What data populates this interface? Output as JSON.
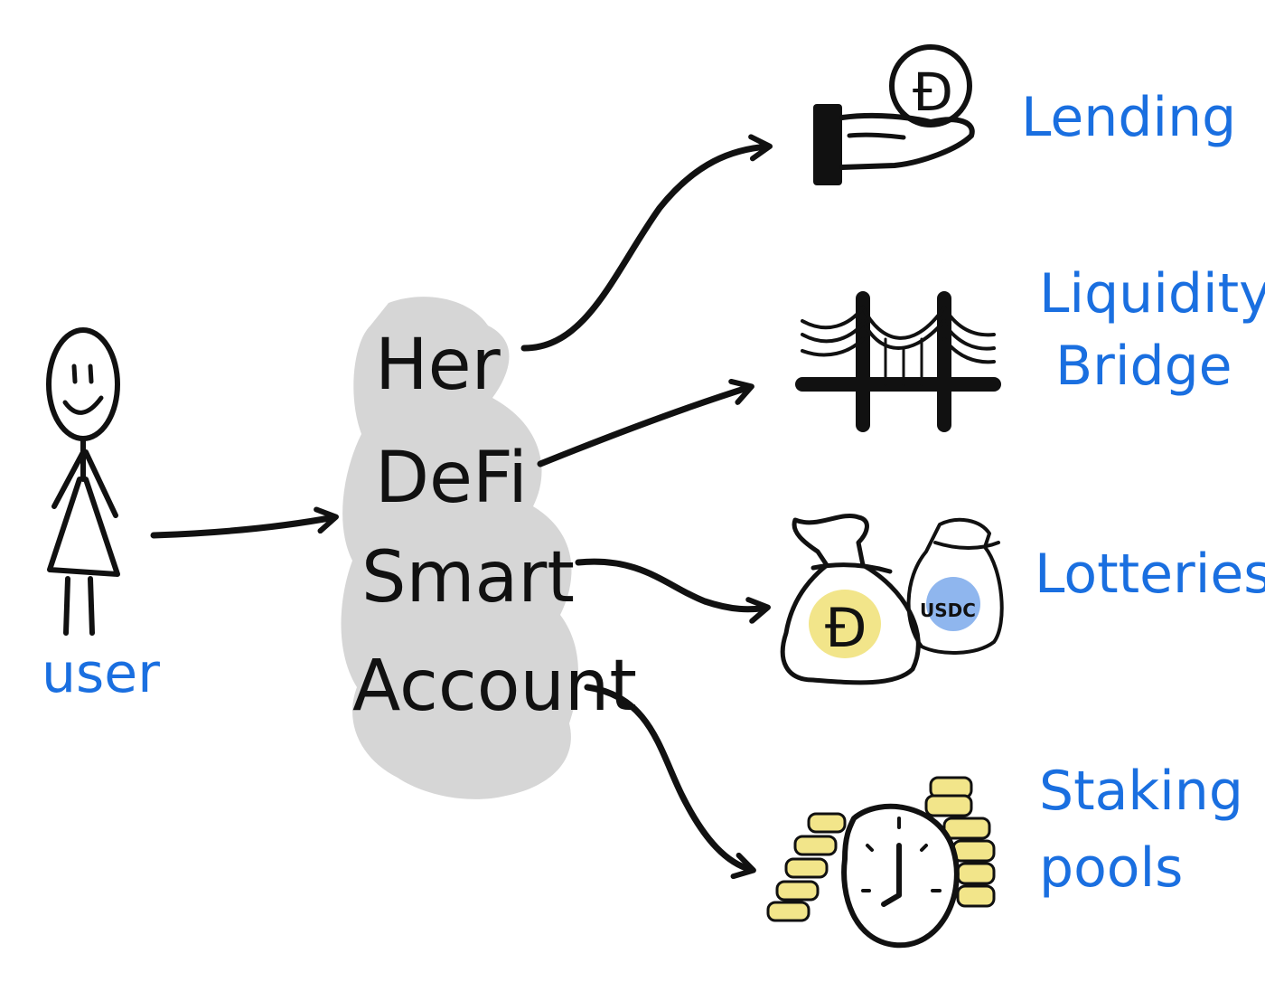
{
  "user": {
    "label": "user"
  },
  "account": {
    "lines": [
      "Her",
      "DeFi",
      "Smart",
      "Account"
    ]
  },
  "destinations": [
    {
      "id": "lending",
      "lines": [
        "Lending"
      ],
      "icon": "hand-coin-icon"
    },
    {
      "id": "liquidity-bridge",
      "lines": [
        "Liquidity",
        "Bridge"
      ],
      "icon": "bridge-icon"
    },
    {
      "id": "lotteries",
      "lines": [
        "Lotteries"
      ],
      "icon": "money-bags-icon"
    },
    {
      "id": "staking-pools",
      "lines": [
        "Staking",
        "pools"
      ],
      "icon": "clock-coins-icon"
    }
  ],
  "coin_labels": {
    "usdc": "USDC",
    "dai_symbol": "Đ"
  },
  "colors": {
    "label_blue": "#1a6fe0",
    "coin_yellow": "#f2e58a",
    "coin_blue": "#8fb6ee",
    "smudge_gray": "#d6d6d6",
    "clock_gray": "#c8c8c8",
    "ink": "#111111"
  }
}
